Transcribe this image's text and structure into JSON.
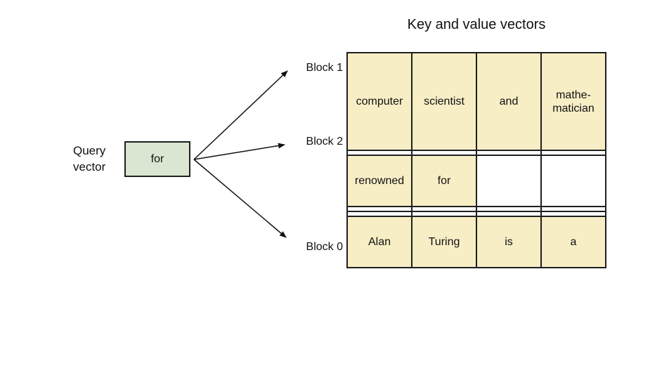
{
  "title": "Key and value vectors",
  "query_vector": {
    "label": "Query\nvector",
    "box_text": "for"
  },
  "blocks": [
    {
      "label": "Block 1"
    },
    {
      "label": "Block 2"
    },
    {
      "label": "Block 0"
    }
  ],
  "table": {
    "rows": [
      {
        "cells": [
          {
            "text": "computer",
            "highlighted": true
          },
          {
            "text": "scientist",
            "highlighted": true
          },
          {
            "text": "and",
            "highlighted": true
          },
          {
            "text": "mathe-\nmatician",
            "highlighted": true
          }
        ]
      },
      {
        "cells": [
          {
            "text": "",
            "highlighted": false
          },
          {
            "text": "",
            "highlighted": false
          },
          {
            "text": "",
            "highlighted": false
          },
          {
            "text": "",
            "highlighted": false
          }
        ]
      },
      {
        "cells": [
          {
            "text": "renowned",
            "highlighted": true
          },
          {
            "text": "for",
            "highlighted": true
          },
          {
            "text": "",
            "highlighted": false
          },
          {
            "text": "",
            "highlighted": false
          }
        ]
      },
      {
        "cells": [
          {
            "text": "",
            "highlighted": false
          },
          {
            "text": "",
            "highlighted": false
          },
          {
            "text": "",
            "highlighted": false
          },
          {
            "text": "",
            "highlighted": false
          }
        ]
      },
      {
        "cells": [
          {
            "text": "",
            "highlighted": false
          },
          {
            "text": "",
            "highlighted": false
          },
          {
            "text": "",
            "highlighted": false
          },
          {
            "text": "",
            "highlighted": false
          }
        ]
      },
      {
        "cells": [
          {
            "text": "Alan",
            "highlighted": true
          },
          {
            "text": "Turing",
            "highlighted": true
          },
          {
            "text": "is",
            "highlighted": true
          },
          {
            "text": "a",
            "highlighted": true
          }
        ]
      }
    ]
  },
  "colors": {
    "cell_highlight": "#F8EEC6",
    "query_box_fill": "#DAE6D2",
    "line": "#1F1F1F"
  }
}
